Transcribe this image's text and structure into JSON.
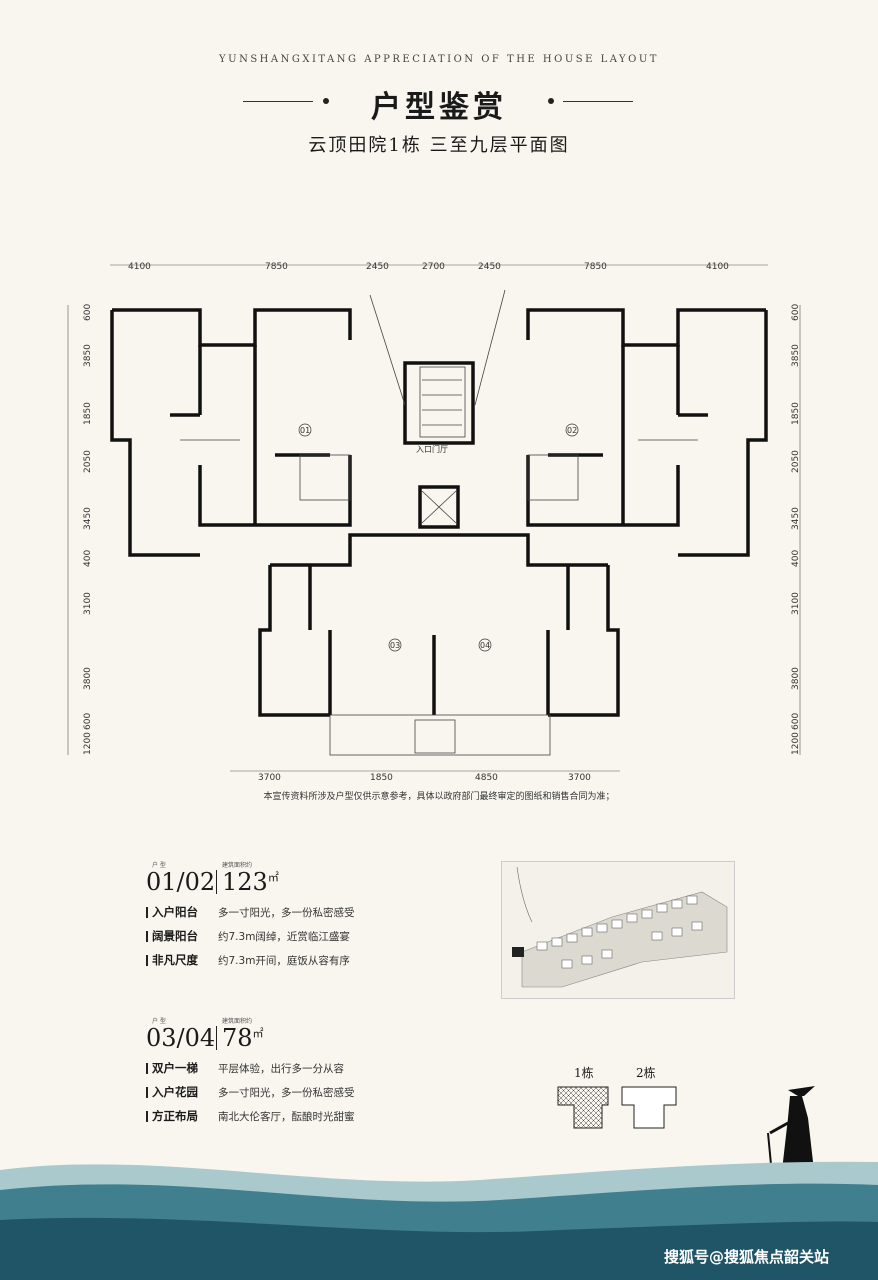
{
  "header": {
    "subtitle_en": "YUNSHANGXITANG APPRECIATION OF THE HOUSE LAYOUT",
    "title": "户型鉴赏",
    "plan_caption": "云顶田院1栋 三至九层平面图"
  },
  "dimensions": {
    "top": [
      "4100",
      "7850",
      "2450",
      "2700",
      "2450",
      "7850",
      "4100"
    ],
    "bottom": [
      "3700",
      "1850",
      "4850",
      "3700"
    ],
    "left": [
      "600",
      "3850",
      "1850",
      "2050",
      "3450",
      "400",
      "3100",
      "3800",
      "600",
      "1200"
    ],
    "right": [
      "600",
      "3850",
      "1850",
      "2050",
      "3450",
      "400",
      "3100",
      "3800",
      "600",
      "1200"
    ]
  },
  "unit_markers": [
    "01",
    "02",
    "03",
    "04"
  ],
  "entrance_label": "入口门厅",
  "disclaimer": "本宣传资料所涉及户型仅供示意参考，具体以政府部门最终审定的图纸和销售合同为准；",
  "units_a": {
    "label_small_left": "户 型",
    "label_small_right": "建筑面积约",
    "numbers": "01/02",
    "area": "123",
    "area_unit": "㎡",
    "features": [
      {
        "key": "入户阳台",
        "value": "多一寸阳光，多一份私密感受"
      },
      {
        "key": "阔景阳台",
        "value": "约7.3m阔绰，近赏临江盛宴"
      },
      {
        "key": "非凡尺度",
        "value": "约7.3m开间，庭饭从容有序"
      }
    ]
  },
  "units_b": {
    "label_small_left": "户 型",
    "label_small_right": "建筑面积约",
    "numbers": "03/04",
    "area": "78",
    "area_unit": "㎡",
    "features": [
      {
        "key": "双户一梯",
        "value": "平层体验，出行多一分从容"
      },
      {
        "key": "入户花园",
        "value": "多一寸阳光，多一份私密感受"
      },
      {
        "key": "方正布局",
        "value": "南北大伦客厅，酝酿时光甜蜜"
      }
    ]
  },
  "building_labels": [
    "1栋",
    "2栋"
  ],
  "watermark": "搜狐号@搜狐焦点韶关站",
  "colors": {
    "background": "#f8f6ef",
    "wave_dark": "#1f5567",
    "wave_mid": "#3f7f8e",
    "wave_light": "#a9c9cc"
  }
}
